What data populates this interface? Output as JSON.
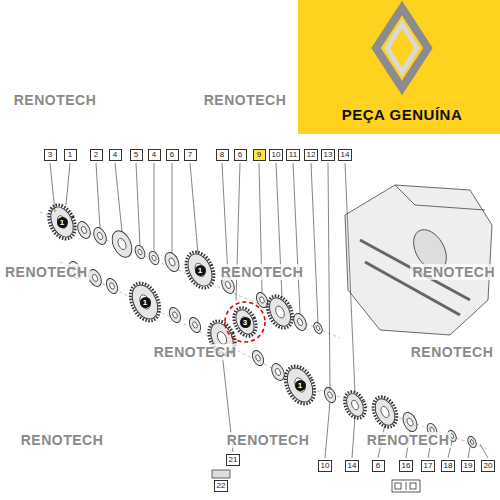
{
  "diagram": {
    "labels": [
      "PEÇA GENUÍNA",
      "3",
      "1",
      "2",
      "4",
      "5",
      "4",
      "6",
      "7",
      "8",
      "6",
      "9",
      "10",
      "11",
      "12",
      "13",
      "14",
      "21",
      "22",
      "10",
      "14",
      "6",
      "16",
      "17",
      "18",
      "19",
      "20",
      "1",
      "1",
      "3",
      "1",
      "1",
      "RENOTECH",
      "RENOTECH",
      "RENOTECH",
      "RENOTECH",
      "RENOTECH",
      "RENOTECH",
      "RENOTECH",
      "RENOTECH",
      "RENOTECH",
      "RENOTECH"
    ]
  }
}
